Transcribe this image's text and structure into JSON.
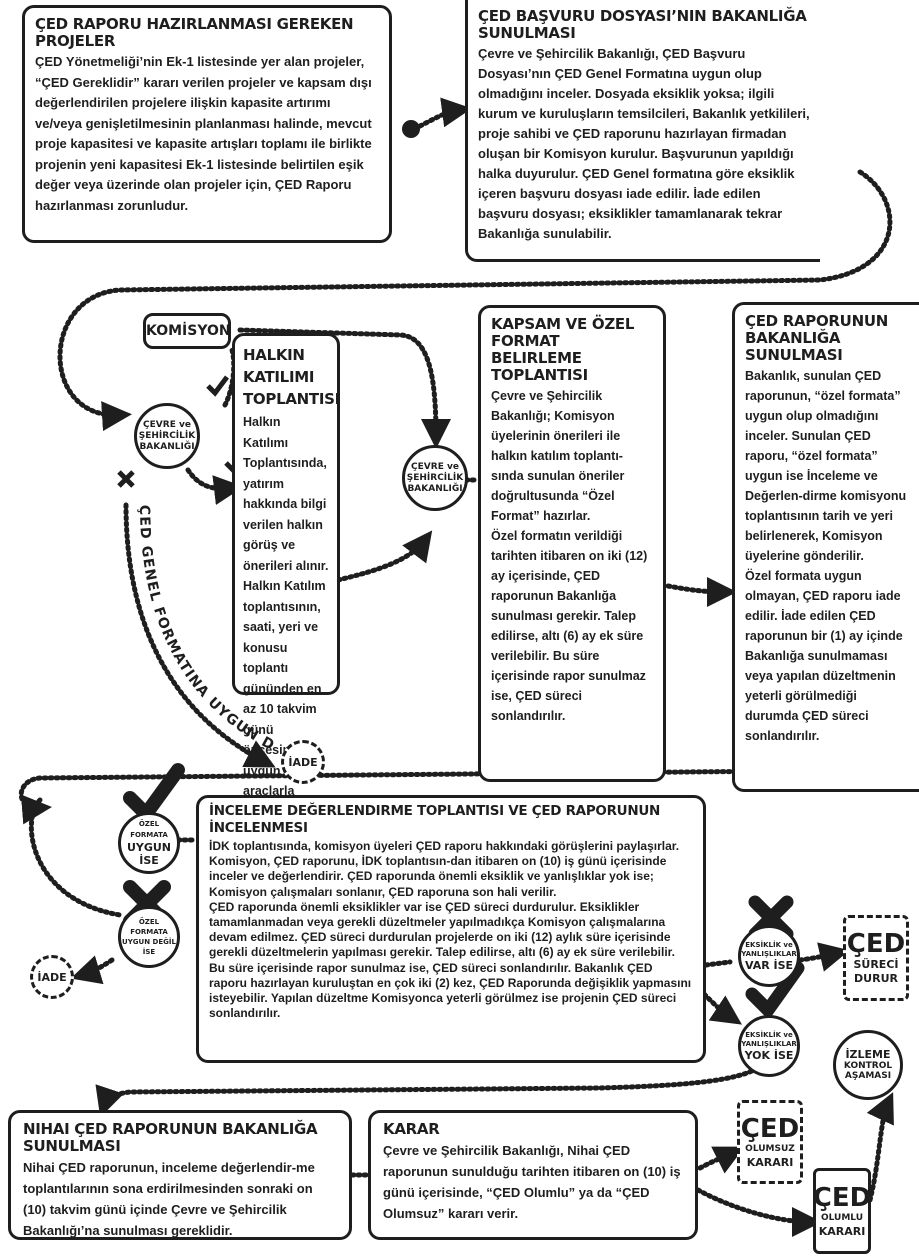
{
  "boxes": {
    "ced_gerekli": {
      "title": "ÇED Raporu Hazırlanması Gereken Projeler",
      "text": "ÇED Yönetmeliği’nin Ek-1 listesinde yer alan projeler, “ÇED Gereklidir” kararı verilen projeler ve kapsam dışı değerlendirilen projelere ilişkin kapasite artırımı ve/veya genişletilmesinin planlanması halinde, mevcut proje kapasitesi ve kapasite artışları toplamı ile birlikte projenin yeni kapasitesi Ek-1 listesinde belirtilen eşik değer veya üzerinde olan projeler için, ÇED Raporu hazırlanması zorunludur."
    },
    "basvuru": {
      "title": "ÇED Başvuru Dosyası’nın Bakanlığa Sunulması",
      "text": "Çevre ve Şehircilik Bakanlığı, ÇED Başvuru Dosyası’nın ÇED Genel Formatına uygun olup olmadığını inceler. Dosyada eksiklik yoksa; ilgili kurum ve kuruluşların temsilcileri, Bakanlık yetkilileri, proje sahibi ve ÇED raporunu hazırlayan firmadan oluşan bir Komisyon kurulur.  Başvurunun yapıldığı halka duyurulur. ÇED Genel formatına göre eksiklik içeren başvuru dosyası iade edilir. İade edilen başvuru dosyası; eksiklikler tamamlanarak tekrar Bakanlığa sunulabilir."
    },
    "halkin": {
      "title": "Halkın Katılımı Toplantısı",
      "text": "Halkın Katılımı Toplantısında, yatırım hakkında bilgi verilen halkın görüş ve önerileri alınır. Halkın Katılım toplantısının, saati, yeri ve konusu toplantı gününden en az 10 takvim günü öncesinde uygun araçlarla duyurulmalıdır."
    },
    "kapsam": {
      "title": "Kapsam ve Özel Format Belirleme Toplantısı",
      "text1": "Çevre ve Şehircilik Bakanlığı; Komisyon üyelerinin önerileri ile halkın katılım toplantı-sında sunulan öneriler doğrultusunda “Özel Format” hazırlar.",
      "text2": "Özel formatın verildiği tarihten itibaren on iki (12) ay içerisinde, ÇED raporunun Bakanlığa sunulması gerekir. Talep edilirse, altı (6) ay ek süre verilebilir. Bu süre içerisinde rapor sunulmaz ise, ÇED süreci sonlandırılır."
    },
    "sunulmasi": {
      "title": "ÇED Raporunun Bakanlığa Sunulması",
      "text1": "Bakanlık, sunulan ÇED raporunun, “özel formata” uygun olup olmadığını inceler. Sunulan ÇED raporu, “özel formata” uygun ise İnceleme ve Değerlen-dirme komisyonu toplantısının tarih ve yeri belirlenerek, Komisyon üyelerine gönderilir.",
      "text2": "Özel formata uygun olmayan, ÇED raporu iade edilir. İade edilen ÇED raporunun bir (1) ay içinde Bakanlığa sunulmaması veya yapılan düzeltmenin yeterli görülmediği durumda ÇED süreci sonlandırılır."
    },
    "inceleme": {
      "title": "İnceleme Değerlendirme Toplantısı ve ÇED Raporunun İncelenmesi",
      "text1": "İDK toplantısında, komisyon üyeleri ÇED raporu hakkındaki görüşlerini paylaşırlar. Komisyon, ÇED raporunu, İDK toplantısın-dan itibaren on (10) iş günü içerisinde inceler ve değerlendirir. ÇED raporunda önemli eksiklik ve yanlışlıklar yok ise; Komisyon çalışmaları sonlanır, ÇED raporuna son hali verilir.",
      "text2": "ÇED raporunda önemli eksiklikler var ise ÇED süreci durdurulur. Eksiklikler tamamlanmadan veya gerekli düzeltmeler yapılmadıkça Komisyon çalışmalarına devam edilmez. ÇED süreci durdurulan projelerde on iki (12) aylık süre içerisinde gerekli düzeltmelerin yapılması gerekir. Talep edilirse, altı (6) ay ek süre verilebilir. Bu süre içerisinde rapor sunulmaz ise, ÇED süreci sonlandırılır. Bakanlık ÇED raporu hazırlayan kuruluştan en çok iki (2) kez, ÇED Raporunda değişiklik yapmasını isteyebilir. Yapılan düzeltme Komisyonca yeterli görülmez ise projenin ÇED süreci sonlandırılır."
    },
    "nihai": {
      "title": "Nihai ÇED Raporunun Bakanlığa Sunulması",
      "text": "Nihai ÇED raporunun, inceleme değerlendir-me toplantılarının sona erdirilmesinden sonraki on (10) takvim günü içinde Çevre ve Şehircilik Bakanlığı’na sunulması gereklidir."
    },
    "karar": {
      "title": "Karar",
      "text": "Çevre ve Şehircilik Bakanlığı, Nihai ÇED raporunun sunulduğu tarihten itibaren on (10) iş günü içerisinde, “ÇED Olumlu” ya da “ÇED Olumsuz” kararı verir."
    }
  },
  "nodes": {
    "komisyon": "KOMİSYON",
    "cevre1": [
      "ÇEVRE ve",
      "ŞEHİRCİLİK",
      "BAKANLIĞI"
    ],
    "cevre2": [
      "ÇEVRE ve",
      "ŞEHİRCİLİK",
      "BAKANLIĞI"
    ],
    "iade1": "İADE",
    "iade2": "İADE",
    "ozel_uygun": [
      "ÖZEL FORMATA",
      "UYGUN İSE"
    ],
    "ozel_uygun_degil": [
      "ÖZEL FORMATA",
      "UYGUN DEĞİL İSE"
    ],
    "eksik_var": [
      "EKSİKLİK ve",
      "YANLIŞLIKLAR",
      "VAR İSE"
    ],
    "eksik_yok": [
      "EKSİKLİK ve",
      "YANLIŞLIKLAR",
      "YOK İSE"
    ],
    "surec_durur": [
      "ÇED",
      "SÜRECİ",
      "DURUR"
    ],
    "olumsuz": [
      "ÇED",
      "OLUMSUZ",
      "KARARI"
    ],
    "olumlu": [
      "ÇED",
      "OLUMLU",
      "KARARI"
    ],
    "izleme": [
      "İZLEME",
      "KONTROL",
      "AŞAMASI"
    ]
  },
  "curve_label": "ÇED GENEL FORMATINA UYGUN DEĞİLSE",
  "colors": {
    "ink": "#1e1e1e",
    "background": "#ffffff"
  }
}
